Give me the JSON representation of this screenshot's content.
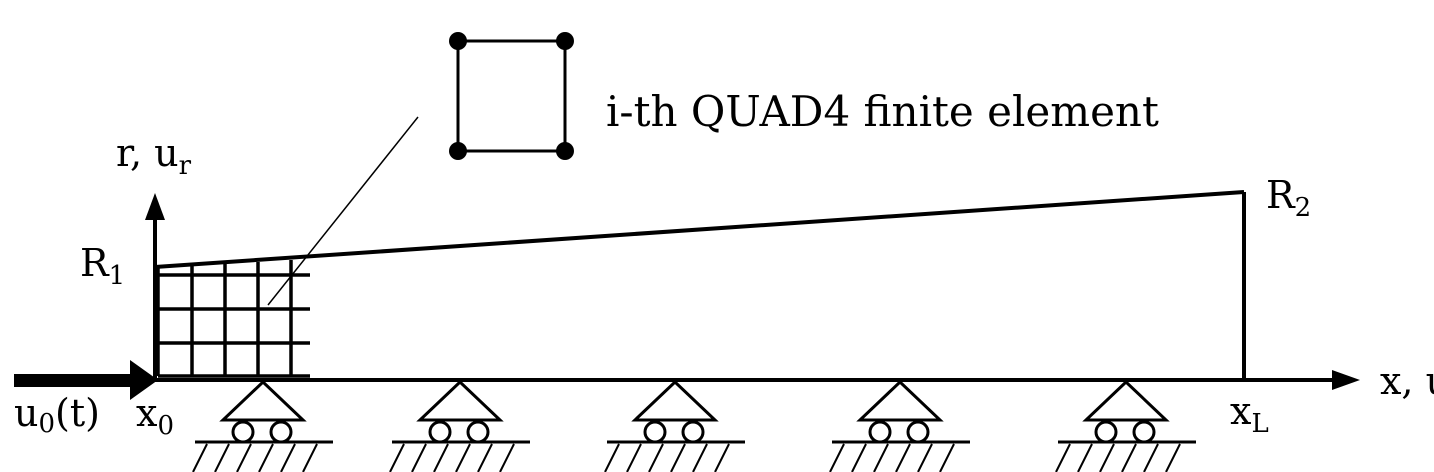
{
  "labels": {
    "r_axis": "r, u",
    "r_axis_sub": "r",
    "x_axis": "x, u",
    "r1": "R",
    "r1_sub": "1",
    "r2": "R",
    "r2_sub": "2",
    "x0": "x",
    "x0_sub": "0",
    "xl": "x",
    "xl_sub": "L",
    "load": "u",
    "load_sub": "0",
    "load_suffix": "(t)",
    "element_caption": "i-th QUAD4 finite element"
  }
}
